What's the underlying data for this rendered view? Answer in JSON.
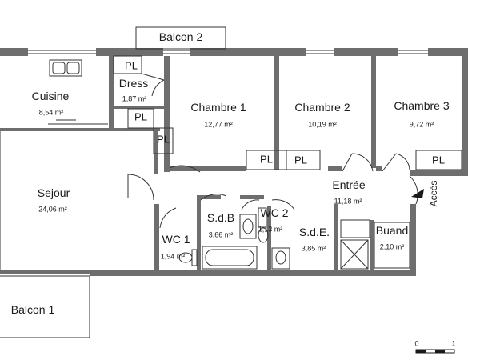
{
  "rooms": {
    "balcon2": {
      "name": "Balcon 2"
    },
    "cuisine": {
      "name": "Cuisine",
      "area": "8,54 m²"
    },
    "dress": {
      "name": "Dress",
      "area": "1,87 m²"
    },
    "chambre1": {
      "name": "Chambre 1",
      "area": "12,77 m²"
    },
    "chambre2": {
      "name": "Chambre 2",
      "area": "10,19 m²"
    },
    "chambre3": {
      "name": "Chambre 3",
      "area": "9,72 m²"
    },
    "sejour": {
      "name": "Sejour",
      "area": "24,06 m²"
    },
    "entree": {
      "name": "Entrée",
      "area": "11,18 m²"
    },
    "sdb": {
      "name": "S.d.B",
      "area": "3,66 m²"
    },
    "wc2": {
      "name": "WC 2",
      "area": "1,13 m²"
    },
    "sde": {
      "name": "S.d.E.",
      "area": "3,85 m²"
    },
    "buand": {
      "name": "Buand",
      "area": "2,10 m²"
    },
    "wc1": {
      "name": "WC 1",
      "area": "1,94 m²"
    },
    "balcon1": {
      "name": "Balcon 1"
    }
  },
  "placard_label": "PL",
  "acces_label": "Accès",
  "scale": {
    "start": "0",
    "end": "1"
  },
  "colors": {
    "wall": "#6e6e6e",
    "line": "#333333",
    "background": "#ffffff"
  }
}
